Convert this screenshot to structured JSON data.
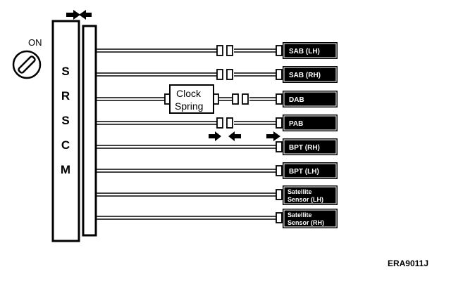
{
  "ignition": {
    "label": "ON"
  },
  "srscm": {
    "letters": [
      "S",
      "R",
      "S",
      "C",
      "M"
    ]
  },
  "clock_spring": {
    "line1": "Clock",
    "line2": "Spring"
  },
  "targets": [
    {
      "line1": "SAB (LH)",
      "line2": ""
    },
    {
      "line1": "SAB (RH)",
      "line2": ""
    },
    {
      "line1": "DAB",
      "line2": ""
    },
    {
      "line1": "PAB",
      "line2": ""
    },
    {
      "line1": "BPT (RH)",
      "line2": ""
    },
    {
      "line1": "BPT (LH)",
      "line2": ""
    },
    {
      "line1": "Satellite",
      "line2": "Sensor (LH)"
    },
    {
      "line1": "Satellite",
      "line2": "Sensor (RH)"
    }
  ],
  "figure_code": "ERA9011J"
}
